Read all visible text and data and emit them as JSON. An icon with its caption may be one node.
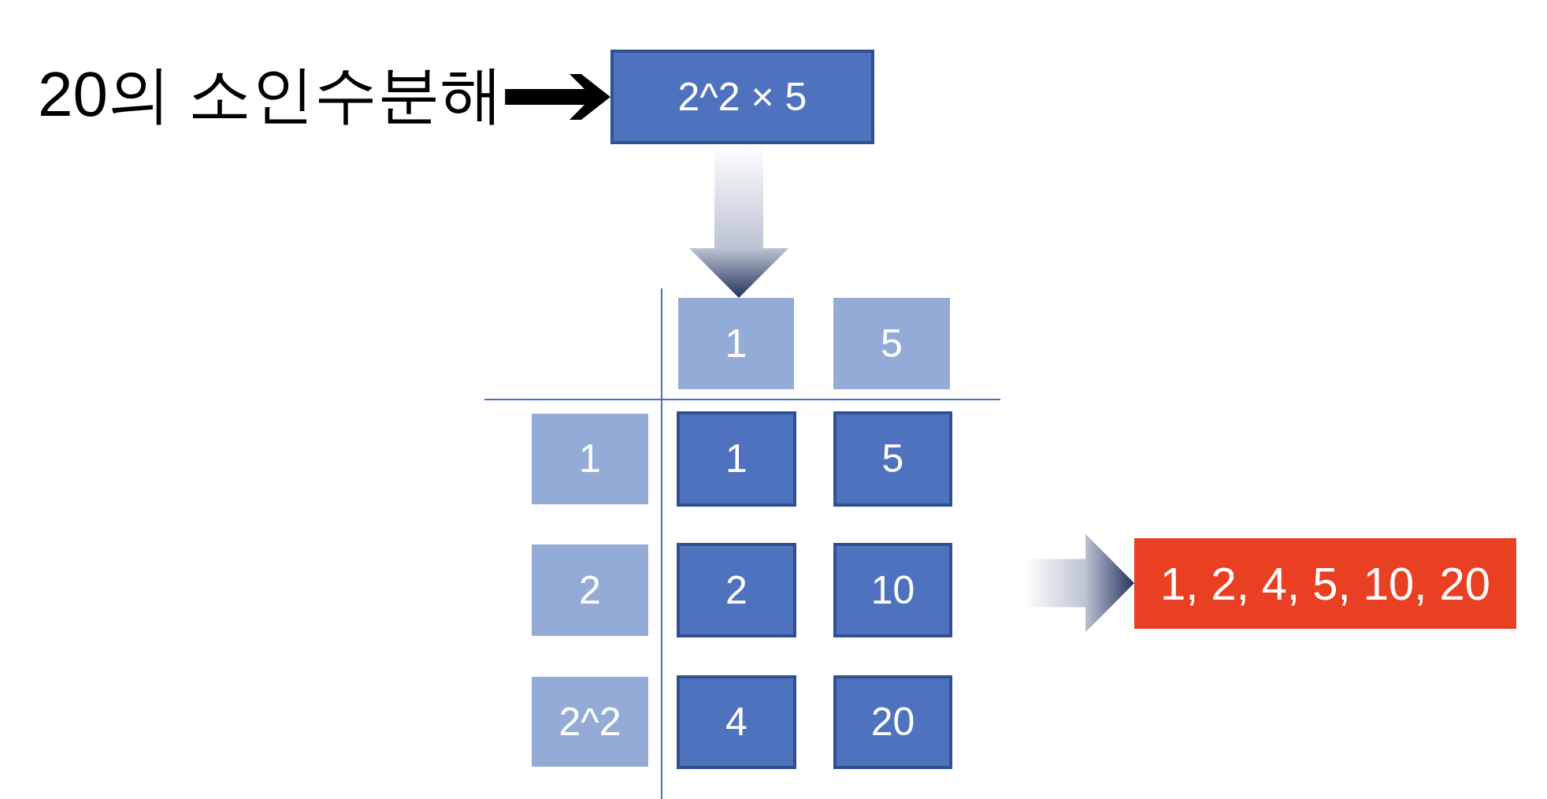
{
  "diagram": {
    "nodes": [
      {
        "text": [
          "20의 소인수분해"
        ]
      },
      {
        "text": [
          "2^2 × 5"
        ]
      },
      {
        "text": [
          "1"
        ]
      },
      {
        "text": [
          "5"
        ]
      },
      {
        "text": [
          "1"
        ]
      },
      {
        "text": [
          "1"
        ]
      },
      {
        "text": [
          "5"
        ]
      },
      {
        "text": [
          "2"
        ]
      },
      {
        "text": [
          "2"
        ]
      },
      {
        "text": [
          "10"
        ]
      },
      {
        "text": [
          "1, 2, 4, 5, 10, 20"
        ]
      },
      {
        "text": [
          "2^2"
        ]
      },
      {
        "text": [
          "4"
        ]
      },
      {
        "text": [
          "20"
        ]
      }
    ],
    "edges": [
      {
        "from": 0,
        "to": 1,
        "arrow": "to",
        "color": "#000000"
      },
      {
        "from": 1,
        "to": 2,
        "arrow": "to"
      },
      {
        "from": null,
        "to": 10,
        "arrow": "to"
      }
    ]
  }
}
